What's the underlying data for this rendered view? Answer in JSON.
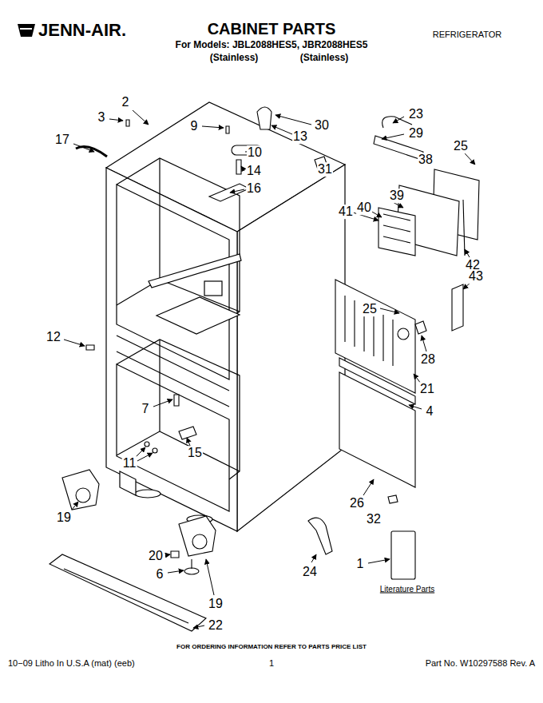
{
  "diagram": {
    "title": "CABINET PARTS",
    "labels": [
      "JENN-AIR.",
      "For Models: JBL2088HES5, JBR2088HES5",
      "(Stainless)",
      "(Stainless)",
      "REFRIGERATOR",
      "2",
      "3",
      "17",
      "9",
      "30",
      "13",
      "23",
      "29",
      "25",
      "10",
      "31",
      "38",
      "14",
      "16",
      "39",
      "40",
      "41",
      "42",
      "43",
      "25",
      "12",
      "28",
      "21",
      "7",
      "4",
      "15",
      "11",
      "26",
      "32",
      "19",
      "20",
      "24",
      "1",
      "6",
      "19",
      "22",
      "Literature Parts",
      "FOR ORDERING INFORMATION REFER TO PARTS PRICE LIST",
      "10−09 Litho In U.S.A (mat) (eeb)",
      "1",
      "Part No. W10297588 Rev. A"
    ]
  }
}
